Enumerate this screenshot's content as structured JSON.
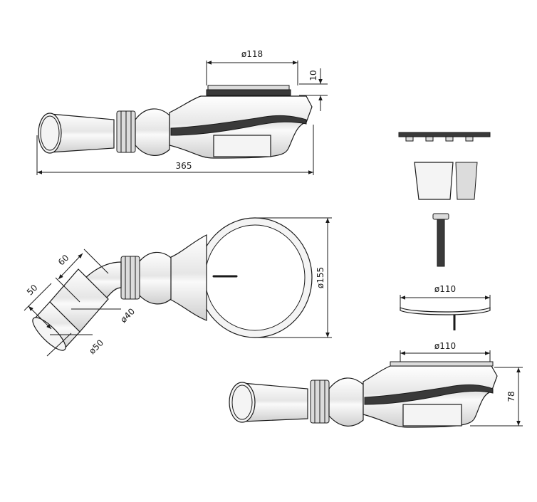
{
  "top_view_labels": {
    "grate_diameter": "ø118",
    "grate_height": "10",
    "total_length": "365"
  },
  "plan_view_labels": {
    "body_diameter": "ø155",
    "elbow_angle_a": "60",
    "elbow_angle_b": "50",
    "outlet_inner": "ø40",
    "outlet_outer": "ø50"
  },
  "parts_labels": {
    "cover_diameter": "ø110"
  },
  "bottom_view_labels": {
    "grate_diameter": "ø110",
    "height": "78"
  },
  "colors": {
    "line": "#1a1a1a",
    "metal_dark": "#3a3a3a",
    "metal_light": "#f4f4f4"
  }
}
